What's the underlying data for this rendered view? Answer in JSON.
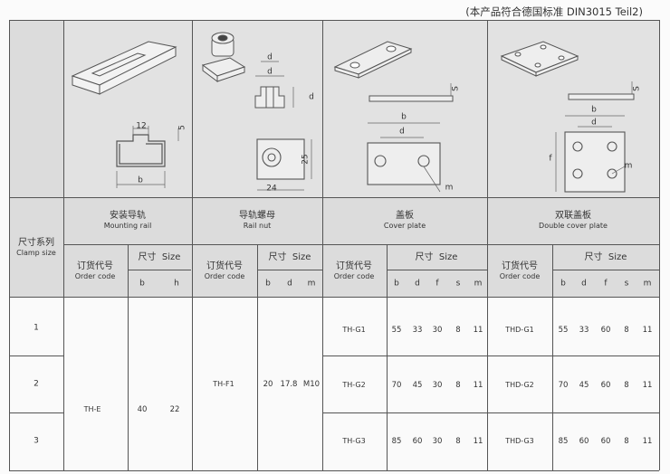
{
  "standard_note": "(本产品符合德国标准 DIN3015 Teil2)",
  "clamp_size": {
    "cn": "尺寸系列",
    "en": "Clamp size"
  },
  "order_code": {
    "cn": "订货代号",
    "en": "Order code"
  },
  "size": {
    "cn": "尺寸",
    "en": "Size"
  },
  "sections": [
    {
      "cn": "安装导轨",
      "en": "Mounting rail",
      "cols": [
        "b",
        "h"
      ]
    },
    {
      "cn": "导轨螺母",
      "en": "Rail nut",
      "cols": [
        "b",
        "d",
        "m"
      ]
    },
    {
      "cn": "盖板",
      "en": "Cover plate",
      "cols": [
        "b",
        "d",
        "f",
        "s",
        "m"
      ]
    },
    {
      "cn": "双联盖板",
      "en": "Double cover plate",
      "cols": [
        "b",
        "d",
        "f",
        "s",
        "m"
      ]
    }
  ],
  "rows": [
    "1",
    "2",
    "3"
  ],
  "rail": {
    "code": "TH-E",
    "b": "40",
    "h": "22"
  },
  "nut": {
    "code": "TH-F1",
    "b": "20",
    "d": "17.8",
    "m": "M10"
  },
  "cover": [
    {
      "code": "TH-G1",
      "values": [
        "55",
        "33",
        "30",
        "8",
        "11"
      ]
    },
    {
      "code": "TH-G2",
      "values": [
        "70",
        "45",
        "30",
        "8",
        "11"
      ]
    },
    {
      "code": "TH-G3",
      "values": [
        "85",
        "60",
        "30",
        "8",
        "11"
      ]
    }
  ],
  "double_cover": [
    {
      "code": "THD-G1",
      "values": [
        "55",
        "33",
        "60",
        "8",
        "11"
      ]
    },
    {
      "code": "THD-G2",
      "values": [
        "70",
        "45",
        "60",
        "8",
        "11"
      ]
    },
    {
      "code": "THD-G3",
      "values": [
        "85",
        "60",
        "60",
        "8",
        "11"
      ]
    }
  ],
  "drawing_labels": {
    "rail_top": "12",
    "rail_s": "5",
    "rail_b": "b",
    "nut_d1": "d",
    "nut_d2": "d",
    "nut_d3": "d",
    "nut_25": "25",
    "nut_24": "24",
    "cover_s": "S",
    "cover_b": "b",
    "cover_d": "d",
    "cover_m": "m",
    "dcover_s": "S",
    "dcover_b": "b",
    "dcover_d": "d",
    "dcover_f": "f",
    "dcover_m": "m"
  }
}
